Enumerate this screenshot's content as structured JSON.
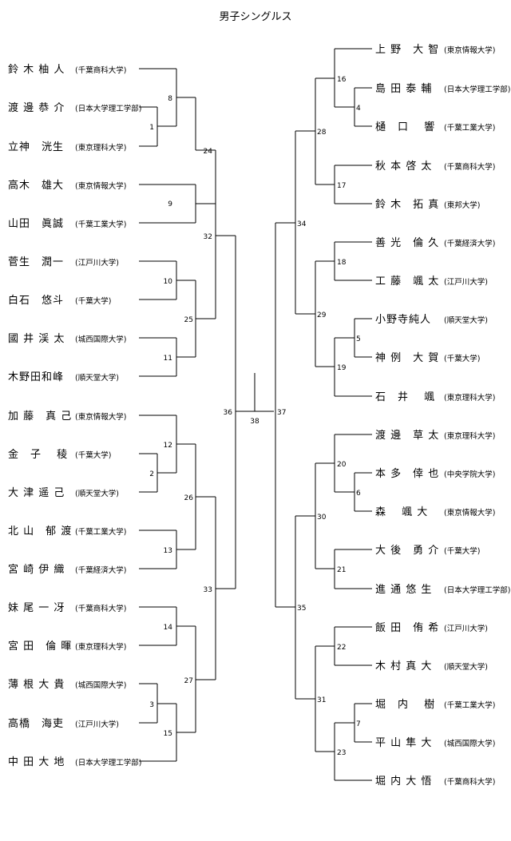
{
  "title": "男子シングルス",
  "left_players": [
    {
      "name": "鈴 木 柚 人",
      "school": "(千葉商科大学)"
    },
    {
      "name": "渡 邊 恭 介",
      "school": "(日本大学理工学部)"
    },
    {
      "name": "立神　洸生",
      "school": "(東京理科大学)"
    },
    {
      "name": "高木　雄大",
      "school": "(東京情報大学)"
    },
    {
      "name": "山田　眞誠",
      "school": "(千葉工業大学)"
    },
    {
      "name": "菅生　潤一",
      "school": "(江戸川大学)"
    },
    {
      "name": "白石　悠斗",
      "school": "(千葉大学)"
    },
    {
      "name": "國 井 渓 太",
      "school": "(城西国際大学)"
    },
    {
      "name": "木野田和峰",
      "school": "(順天堂大学)"
    },
    {
      "name": "加 藤　真 己",
      "school": "(東京情報大学)"
    },
    {
      "name": "金　子　 稜",
      "school": "(千葉大学)"
    },
    {
      "name": "大 津 遥 己",
      "school": "(順天堂大学)"
    },
    {
      "name": "北 山　郁 渡",
      "school": "(千葉工業大学)"
    },
    {
      "name": "宮 崎 伊 織",
      "school": "(千葉経済大学)"
    },
    {
      "name": "妹 尾 一 冴",
      "school": "(千葉商科大学)"
    },
    {
      "name": "宮 田　倫 暉",
      "school": "(東京理科大学)"
    },
    {
      "name": "薄 根 大 貴",
      "school": "(城西国際大学)"
    },
    {
      "name": "高橋　海吏",
      "school": "(江戸川大学)"
    },
    {
      "name": "中 田 大 地",
      "school": "(日本大学理工学部)"
    }
  ],
  "right_players": [
    {
      "name": "上 野　大 智",
      "school": "(東京情報大学)"
    },
    {
      "name": "島 田 泰 輔",
      "school": "(日本大学理工学部)"
    },
    {
      "name": "樋　口　 響",
      "school": "(千葉工業大学)"
    },
    {
      "name": "秋 本 啓 太",
      "school": "(千葉商科大学)"
    },
    {
      "name": "鈴 木　拓 真",
      "school": "(東邦大学)"
    },
    {
      "name": "善 光　倫 久",
      "school": "(千葉経済大学)"
    },
    {
      "name": "工 藤　颯 太",
      "school": "(江戸川大学)"
    },
    {
      "name": "小野寺純人",
      "school": "(順天堂大学)"
    },
    {
      "name": "神 例　大 賀",
      "school": "(千葉大学)"
    },
    {
      "name": "石　井　 颯",
      "school": "(東京理科大学)"
    },
    {
      "name": "渡 邊　草 太",
      "school": "(東京理科大学)"
    },
    {
      "name": "本 多　倖 也",
      "school": "(中央学院大学)"
    },
    {
      "name": "森　 颯 大",
      "school": "(東京情報大学)"
    },
    {
      "name": "大 後　勇 介",
      "school": "(千葉大学)"
    },
    {
      "name": "進 通 悠 生",
      "school": "(日本大学理工学部)"
    },
    {
      "name": "飯 田　侑 希",
      "school": "(江戸川大学)"
    },
    {
      "name": "木 村 真 大",
      "school": "(順天堂大学)"
    },
    {
      "name": "堀　内　 樹",
      "school": "(千葉工業大学)"
    },
    {
      "name": "平 山 隼 大",
      "school": "(城西国際大学)"
    },
    {
      "name": "堀 内 大 悟",
      "school": "(千葉商科大学)"
    }
  ],
  "match_numbers": [
    "1",
    "2",
    "3",
    "4",
    "5",
    "6",
    "7",
    "8",
    "9",
    "10",
    "11",
    "12",
    "13",
    "14",
    "15",
    "16",
    "17",
    "18",
    "19",
    "20",
    "21",
    "22",
    "23",
    "24",
    "25",
    "26",
    "27",
    "28",
    "29",
    "30",
    "31",
    "32",
    "33",
    "34",
    "35",
    "36",
    "37",
    "38"
  ]
}
